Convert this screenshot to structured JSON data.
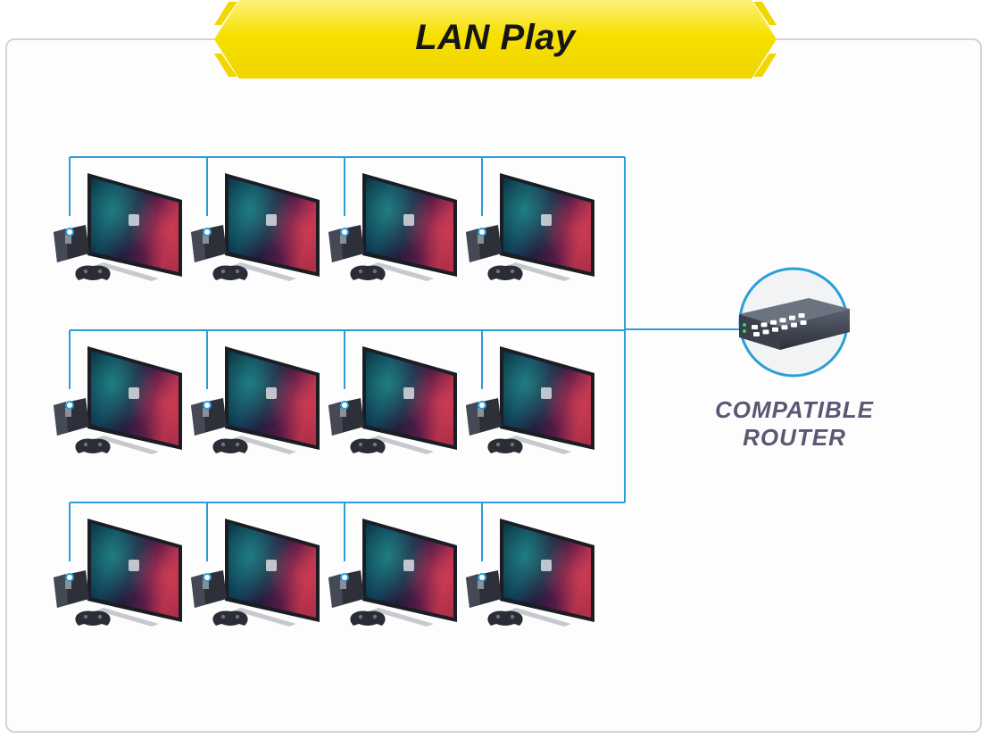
{
  "title": "LAN Play",
  "router": {
    "label_line1": "COMPATIBLE",
    "label_line2": "ROUTER",
    "icon": "network-switch-icon"
  },
  "stations": {
    "rows": 3,
    "per_row": 4,
    "icon": "tv-console-controller-icon"
  },
  "colors": {
    "banner": "#f6e000",
    "banner_edge": "#e8cf00",
    "cable": "#2a9fd6",
    "router_ring": "#2a9fd6",
    "router_label": "#5a5874",
    "screen_dark": "#0f1626"
  }
}
